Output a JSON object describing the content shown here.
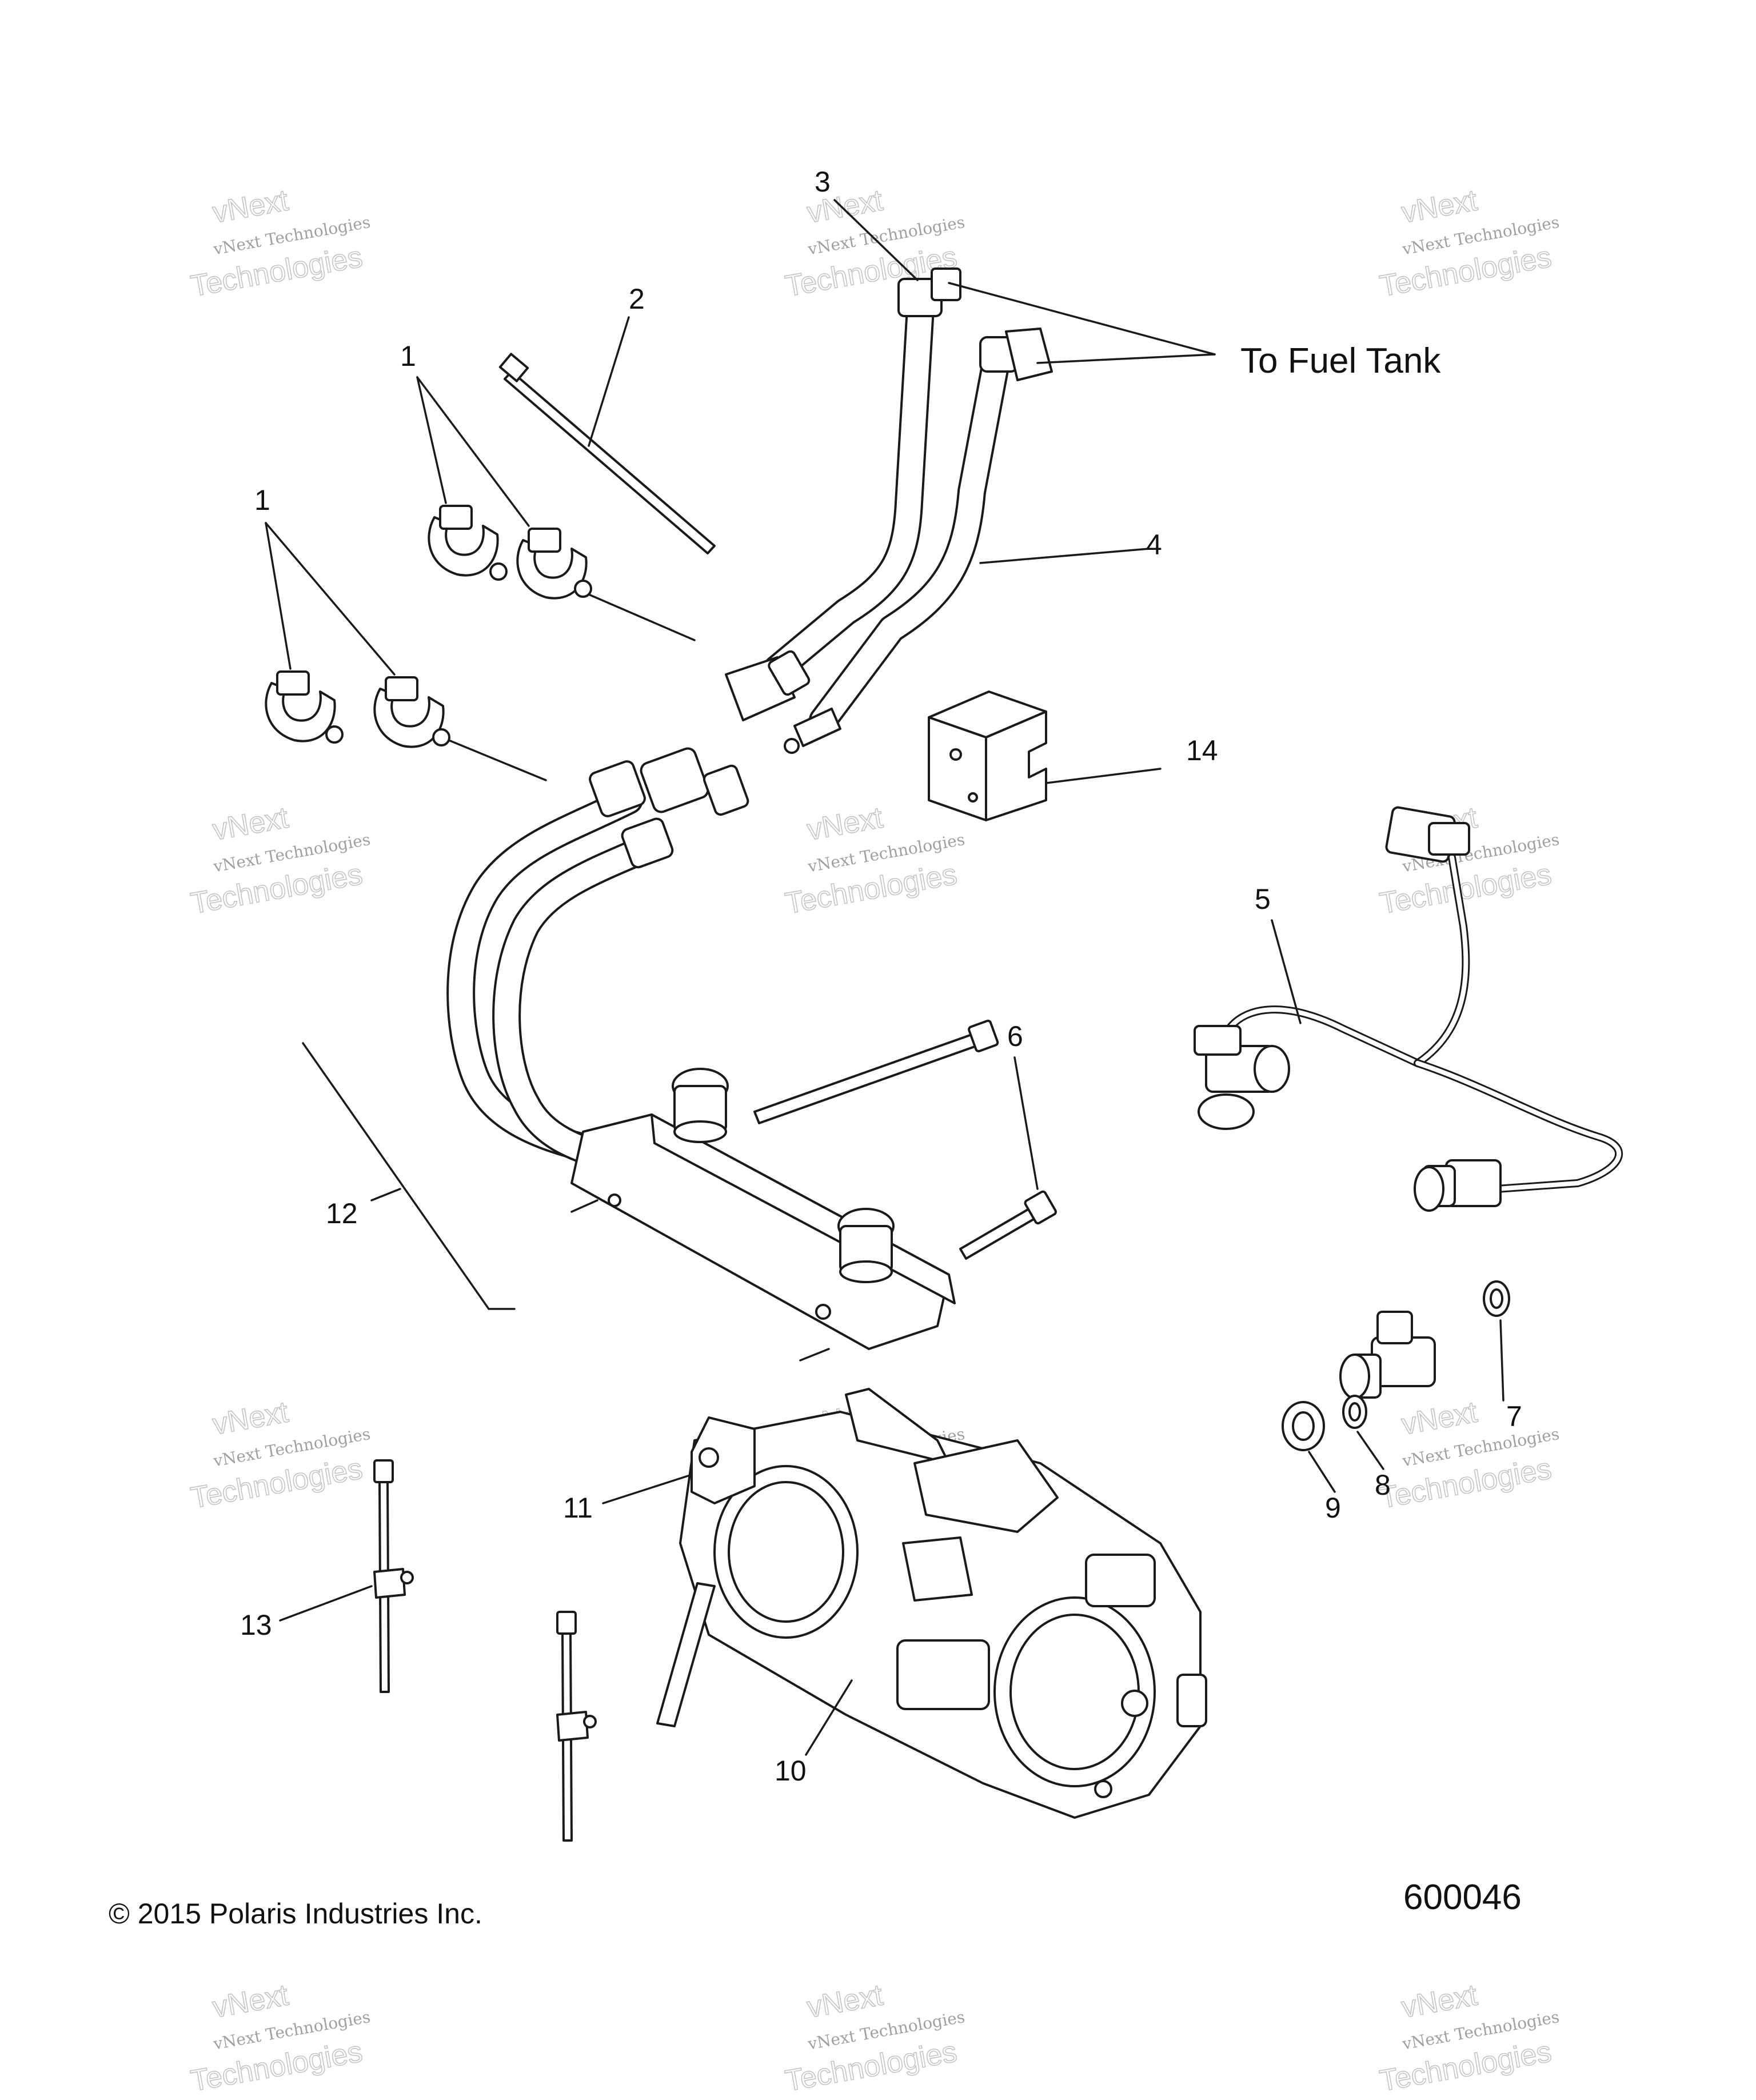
{
  "diagram": {
    "callouts": [
      "1",
      "1",
      "2",
      "3",
      "4",
      "5",
      "6",
      "7",
      "8",
      "9",
      "10",
      "11",
      "12",
      "13",
      "14"
    ],
    "destination_label": "To Fuel Tank",
    "copyright": "© 2015 Polaris Industries Inc.",
    "figure_number": "600046"
  },
  "watermark": {
    "line1": "vNext Technologies",
    "line2": "Technologies",
    "line3": "vNext"
  }
}
